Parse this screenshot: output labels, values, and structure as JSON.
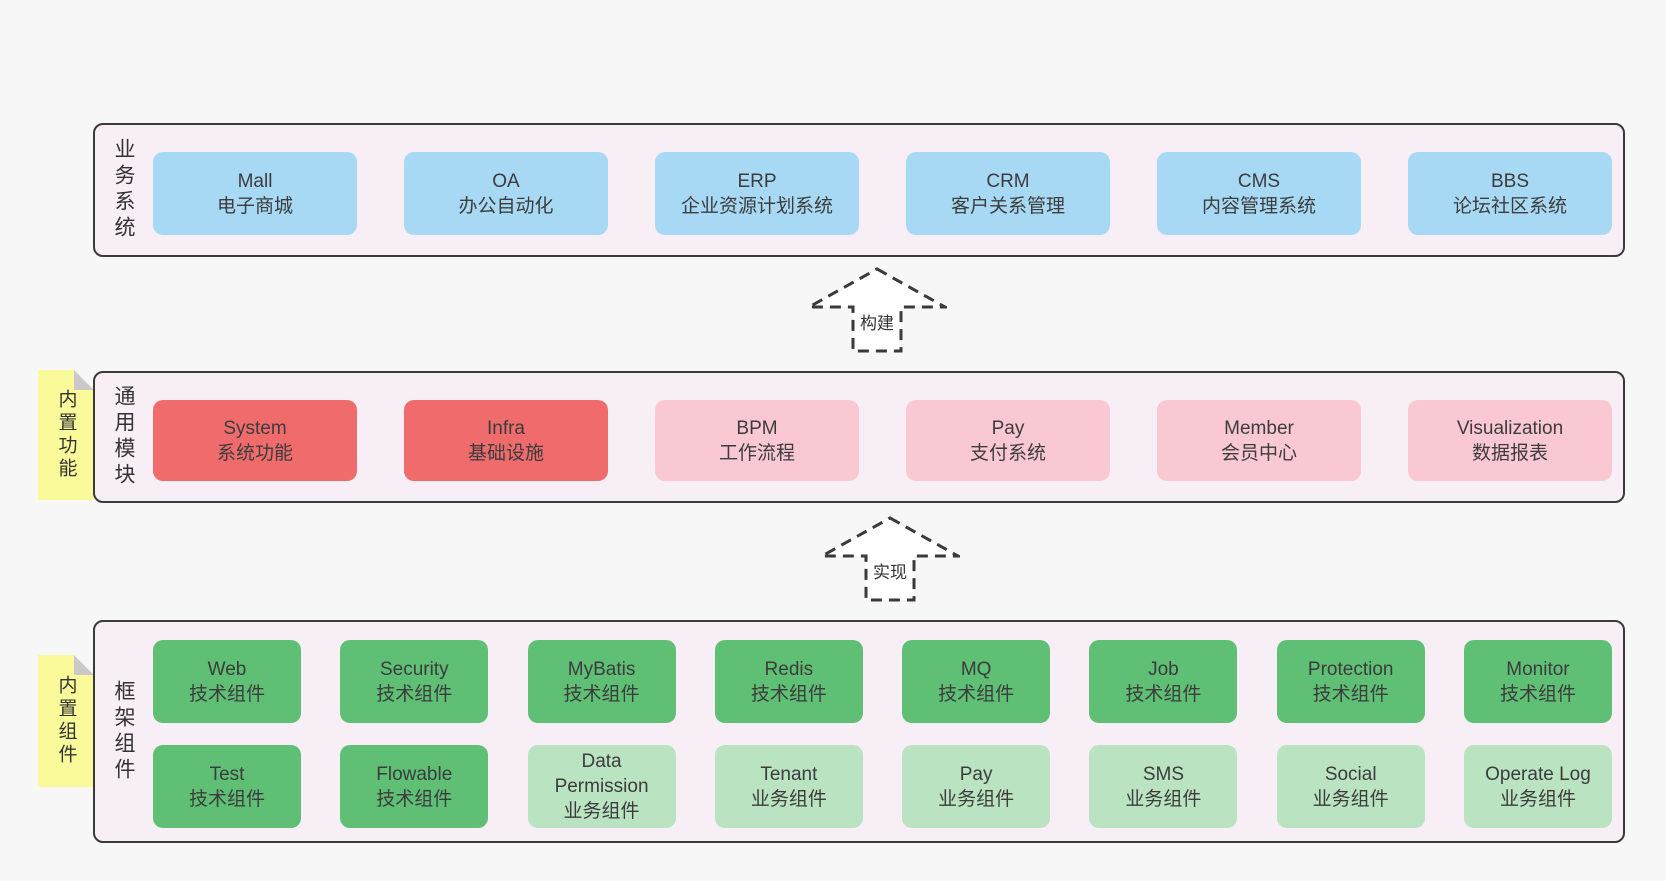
{
  "colors": {
    "page_bg": "#f7f7f7",
    "panel_bg": "#f8eef6",
    "panel_border": "#3a3a3a",
    "blue": "#a8d9f4",
    "red": "#f06c6c",
    "pink": "#fac8d2",
    "green": "#5ebf75",
    "light_green": "#bae3c1",
    "tag_yellow": "#fafa9a",
    "tag_fold": "#c9c9c9",
    "arrow_stroke": "#3a3a3a",
    "text": "#3c3c3c"
  },
  "arrows": [
    {
      "label": "构建"
    },
    {
      "label": "实现"
    }
  ],
  "layers": [
    {
      "name": "业务系统",
      "tag": "",
      "rows": [
        [
          {
            "title": "Mall",
            "subtitle": "电子商城",
            "variant": "blue"
          },
          {
            "title": "OA",
            "subtitle": "办公自动化",
            "variant": "blue"
          },
          {
            "title": "ERP",
            "subtitle": "企业资源计划系统",
            "variant": "blue"
          },
          {
            "title": "CRM",
            "subtitle": "客户关系管理",
            "variant": "blue"
          },
          {
            "title": "CMS",
            "subtitle": "内容管理系统",
            "variant": "blue"
          },
          {
            "title": "BBS",
            "subtitle": "论坛社区系统",
            "variant": "blue"
          }
        ]
      ]
    },
    {
      "name": "通用模块",
      "tag": "内置功能",
      "rows": [
        [
          {
            "title": "System",
            "subtitle": "系统功能",
            "variant": "red"
          },
          {
            "title": "Infra",
            "subtitle": "基础设施",
            "variant": "red"
          },
          {
            "title": "BPM",
            "subtitle": "工作流程",
            "variant": "pink"
          },
          {
            "title": "Pay",
            "subtitle": "支付系统",
            "variant": "pink"
          },
          {
            "title": "Member",
            "subtitle": "会员中心",
            "variant": "pink"
          },
          {
            "title": "Visualization",
            "subtitle": "数据报表",
            "variant": "pink"
          }
        ]
      ]
    },
    {
      "name": "框架组件",
      "tag": "内置组件",
      "rows": [
        [
          {
            "title": "Web",
            "subtitle": "技术组件",
            "variant": "green"
          },
          {
            "title": "Security",
            "subtitle": "技术组件",
            "variant": "green"
          },
          {
            "title": "MyBatis",
            "subtitle": "技术组件",
            "variant": "green"
          },
          {
            "title": "Redis",
            "subtitle": "技术组件",
            "variant": "green"
          },
          {
            "title": "MQ",
            "subtitle": "技术组件",
            "variant": "green"
          },
          {
            "title": "Job",
            "subtitle": "技术组件",
            "variant": "green"
          },
          {
            "title": "Protection",
            "subtitle": "技术组件",
            "variant": "green"
          },
          {
            "title": "Monitor",
            "subtitle": "技术组件",
            "variant": "green"
          }
        ],
        [
          {
            "title": "Test",
            "subtitle": "技术组件",
            "variant": "green"
          },
          {
            "title": "Flowable",
            "subtitle": "技术组件",
            "variant": "green"
          },
          {
            "title": "Data Permission",
            "subtitle": "业务组件",
            "variant": "light_green"
          },
          {
            "title": "Tenant",
            "subtitle": "业务组件",
            "variant": "light_green"
          },
          {
            "title": "Pay",
            "subtitle": "业务组件",
            "variant": "light_green"
          },
          {
            "title": "SMS",
            "subtitle": "业务组件",
            "variant": "light_green"
          },
          {
            "title": "Social",
            "subtitle": "业务组件",
            "variant": "light_green"
          },
          {
            "title": "Operate Log",
            "subtitle": "业务组件",
            "variant": "light_green"
          }
        ]
      ]
    }
  ]
}
